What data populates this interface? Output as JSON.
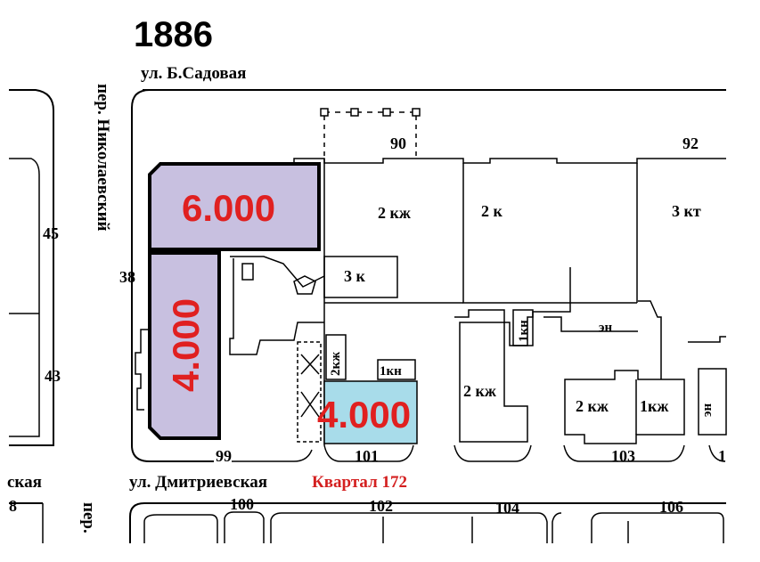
{
  "year": "1886",
  "streets": {
    "top": "ул. Б.Садовая",
    "left_vertical": "пер. Николаевский",
    "bottom": "ул. Дмитриевская",
    "bottom_left_fragment": "ская",
    "bottom_right_vertical": "пер."
  },
  "quarter": {
    "label": "Квартал 172",
    "color": "#d42020"
  },
  "plots": {
    "top_row": [
      "90",
      "92"
    ],
    "left_side": [
      "38"
    ],
    "bottom_row": [
      "99",
      "101",
      "103",
      "1"
    ],
    "left_block": [
      "45",
      "43"
    ],
    "lower_block": [
      "100",
      "102",
      "104",
      "106"
    ],
    "lower_left_fragment": "8"
  },
  "buildings": [
    "2 кж",
    "2 к",
    "3 кт",
    "3 к",
    "1кн",
    "эн",
    "2кж",
    "1кн",
    "2 кж",
    "2 кж",
    "1кж",
    "эн"
  ],
  "highlights": [
    {
      "value": "6.000",
      "fill": "#c8c0e0",
      "text_color": "#e02020"
    },
    {
      "value": "4.000",
      "fill": "#c8c0e0",
      "text_color": "#e02020"
    },
    {
      "value": "4.000",
      "fill": "#a8dcea",
      "text_color": "#e02020"
    }
  ]
}
